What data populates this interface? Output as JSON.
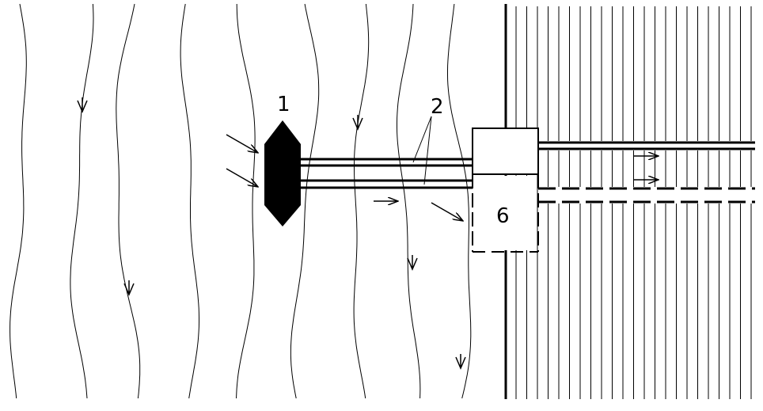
{
  "diagram": {
    "labels": {
      "intake": "1",
      "pipes": "2",
      "chamber": "6"
    },
    "colors": {
      "stroke": "#000000",
      "background": "#ffffff"
    }
  }
}
